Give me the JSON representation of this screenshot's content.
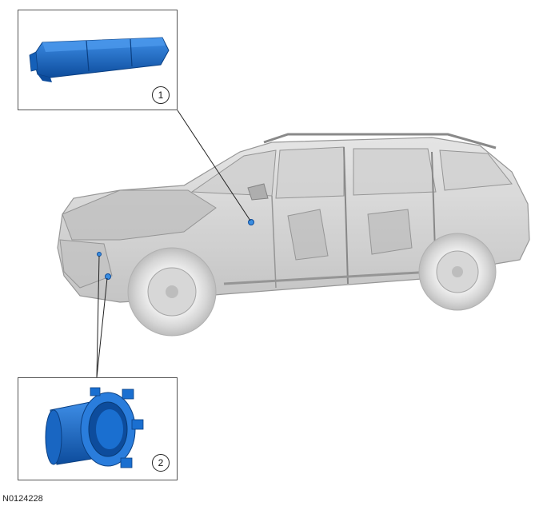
{
  "callouts": [
    {
      "number": "1"
    },
    {
      "number": "2"
    }
  ],
  "figure_id": "N0124228",
  "colors": {
    "component_blue": "#1a6fd0",
    "component_blue_dark": "#0d4c9c",
    "vehicle_gray": "#9a9a9a",
    "leader_line": "#222222"
  }
}
